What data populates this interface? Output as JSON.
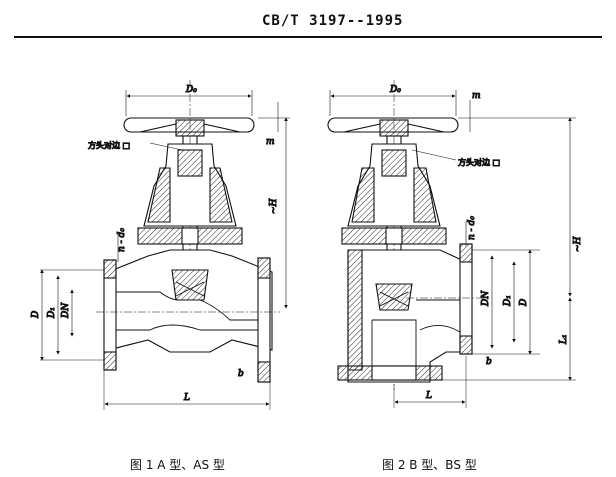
{
  "header": {
    "standard": "CB/T 3197--1995"
  },
  "figures": [
    {
      "caption": "图 1   A 型、AS 型",
      "labels": {
        "d_top": "D₀",
        "m": "m",
        "square": "方头对边 □",
        "H": "~H",
        "bolt": "n - d₀",
        "D": "D",
        "D1": "D₁",
        "DN": "DN",
        "b": "b",
        "L": "L"
      }
    },
    {
      "caption": "图 2   B 型、BS 型",
      "labels": {
        "d_top": "D₀",
        "m": "m",
        "square": "方头对边 □",
        "H": "~H",
        "bolt": "n - d₀",
        "DN": "DN",
        "D1": "D₁",
        "D": "D",
        "L1": "L₁",
        "b": "b",
        "L": "L"
      }
    }
  ]
}
